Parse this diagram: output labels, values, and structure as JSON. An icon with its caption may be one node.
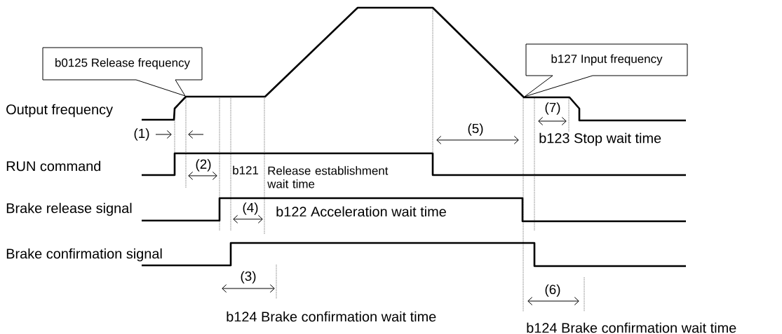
{
  "diagram": {
    "nodes": [
      {
        "text": [
          "b0125  Release frequency"
        ]
      },
      {
        "text": [
          "b127  Input frequency"
        ]
      }
    ],
    "labels": [
      "Output frequency",
      "(7)",
      "(1)",
      "(5)",
      "b123  Stop wait time",
      "RUN command",
      "(2)",
      "b121",
      "Release establishment wait time",
      "Brake release signal",
      "(4)",
      "b122  Acceleration wait time",
      "Brake confirmation signal",
      "(3)",
      "(6)",
      "b124  Brake confirmation wait time",
      "b124  Brake confirmation wait time"
    ]
  }
}
